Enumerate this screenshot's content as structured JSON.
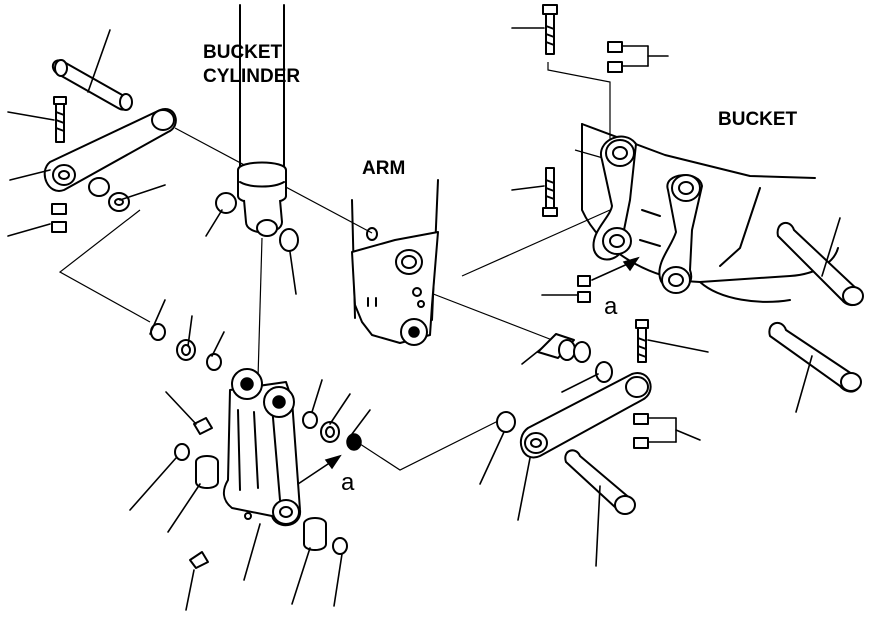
{
  "labels": {
    "bucket_cylinder_line1": "BUCKET",
    "bucket_cylinder_line2": "CYLINDER",
    "arm": "ARM",
    "bucket": "BUCKET",
    "mark_a_top": "a",
    "mark_a_bottom": "a"
  },
  "colors": {
    "ink": "#000000",
    "paper": "#ffffff"
  }
}
